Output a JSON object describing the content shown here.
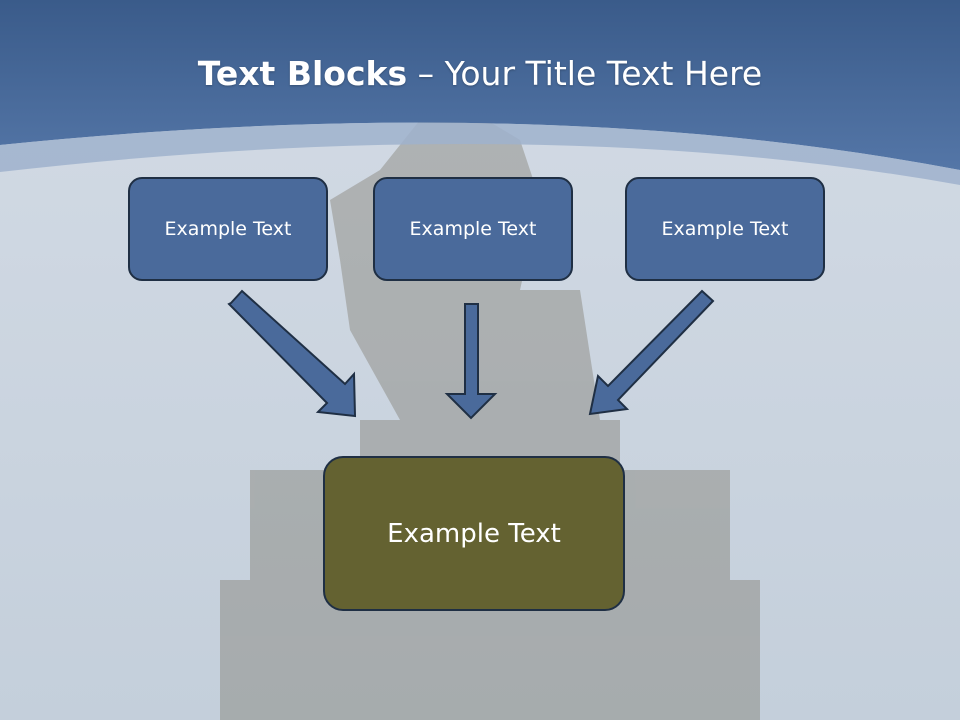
{
  "title": {
    "bold": "Text Blocks",
    "rest": " – Your Title Text Here"
  },
  "boxes": [
    "Example Text",
    "Example Text",
    "Example Text"
  ],
  "center_box": "Example Text",
  "colors": {
    "header": "#3f6395",
    "box_fill": "#4a6a9b",
    "center_fill": "#646231",
    "arrow_fill": "#4a6a9b",
    "background": "#c9d3de"
  }
}
